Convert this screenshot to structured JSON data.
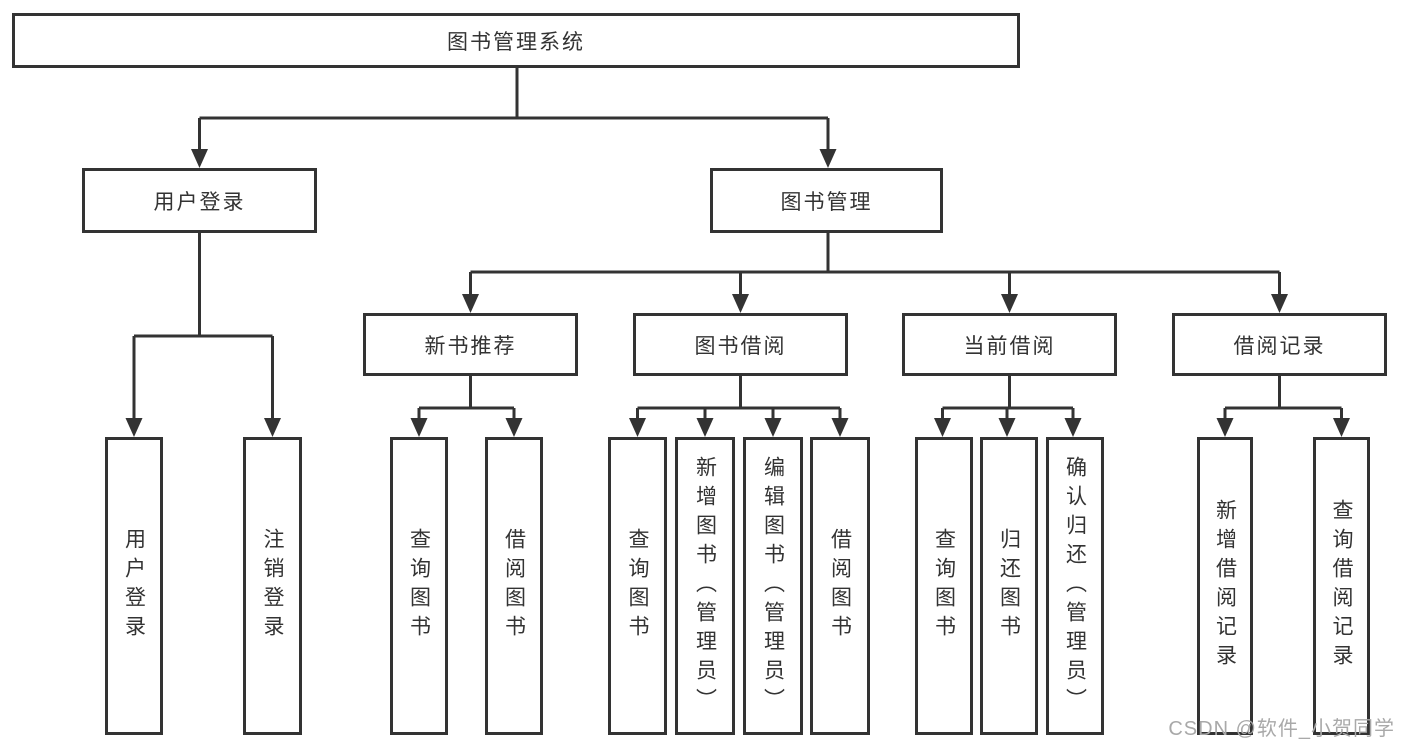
{
  "nodes": {
    "root": "图书管理系统",
    "l2": [
      "用户登录",
      "图书管理"
    ],
    "l3": [
      "新书推荐",
      "图书借阅",
      "当前借阅",
      "借阅记录"
    ],
    "g1": [
      "用户登录",
      "注销登录"
    ],
    "g2": [
      "查询图书",
      "借阅图书"
    ],
    "g3": [
      "查询图书",
      "新增图书（管理员）",
      "编辑图书（管理员）",
      "借阅图书"
    ],
    "g4": [
      "查询图书",
      "归还图书",
      "确认归还（管理员）"
    ],
    "g5": [
      "新增借阅记录",
      "查询借阅记录"
    ]
  },
  "watermark": "CSDN @软件_小贺同学",
  "colors": {
    "line": "#333333",
    "text": "#333333",
    "watermark": "#a9a9a9",
    "background": "#ffffff"
  }
}
